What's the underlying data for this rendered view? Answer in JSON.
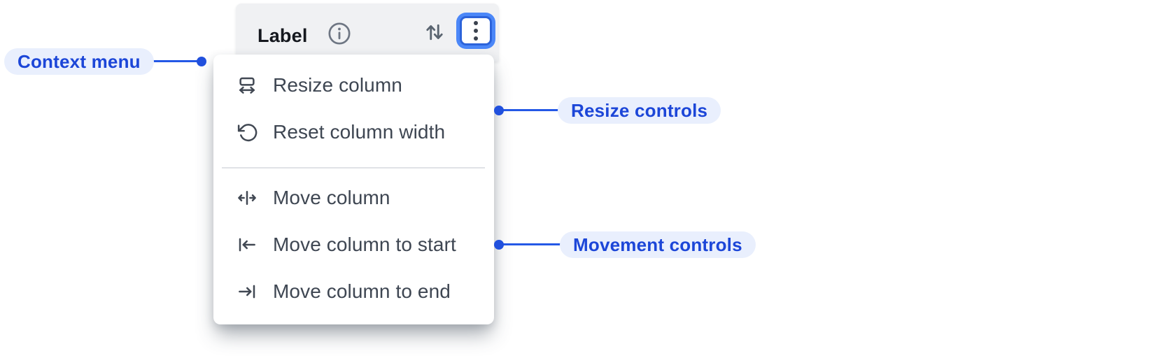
{
  "header": {
    "label": "Label"
  },
  "menu": {
    "items": [
      {
        "id": "resize-column",
        "label": "Resize column",
        "icon": "resize-horizontal-icon"
      },
      {
        "id": "reset-column-width",
        "label": "Reset column width",
        "icon": "rotate-ccw-icon"
      },
      {
        "id": "move-column",
        "label": "Move column",
        "icon": "move-horizontal-icon"
      },
      {
        "id": "move-column-start",
        "label": "Move column to start",
        "icon": "arrow-to-start-icon"
      },
      {
        "id": "move-column-end",
        "label": "Move column to end",
        "icon": "arrow-to-end-icon"
      }
    ]
  },
  "annotations": [
    {
      "id": "context-menu-callout",
      "label": "Context menu"
    },
    {
      "id": "resize-controls-callout",
      "label": "Resize controls"
    },
    {
      "id": "movement-controls-callout",
      "label": "Movement controls"
    }
  ],
  "colors": {
    "accent_blue": "#2458e6",
    "pill_background": "#e9effd",
    "pill_text": "#1c46d8",
    "focus_ring": "#4b87f8",
    "header_background": "#f0f1f3",
    "menu_text": "#3e4652"
  }
}
